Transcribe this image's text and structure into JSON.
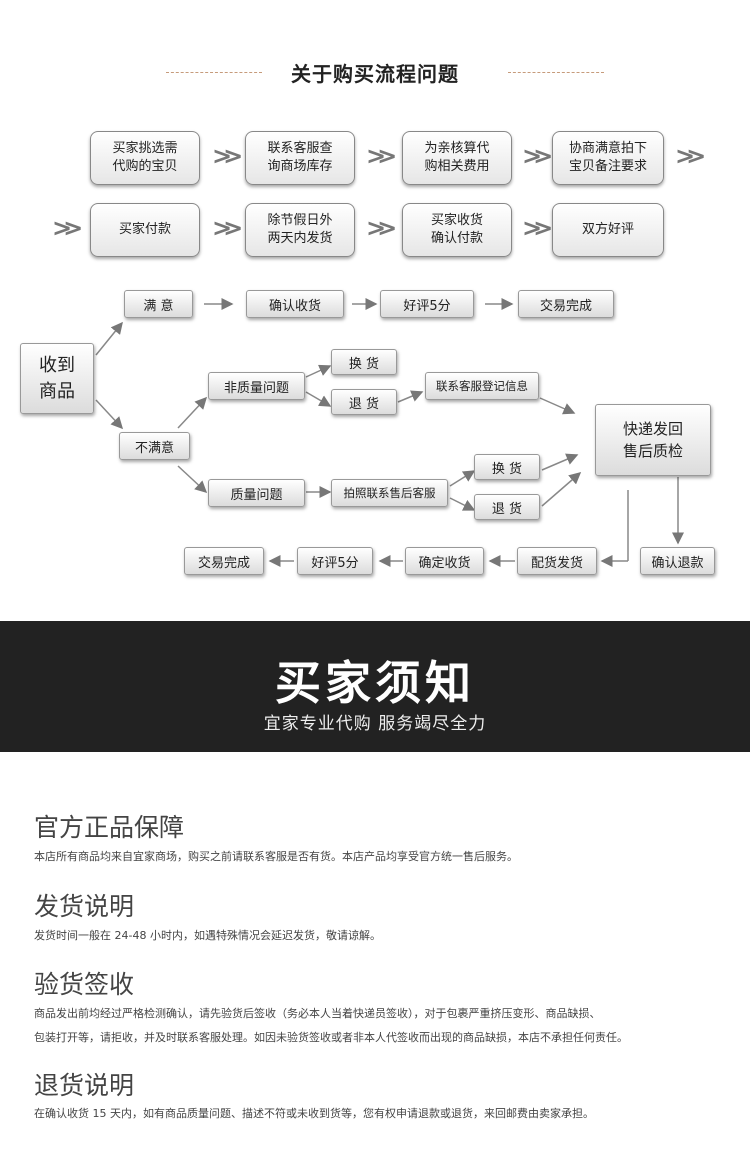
{
  "header": {
    "title": "关于购买流程问题"
  },
  "flow_rows": [
    [
      "买家挑选需\n代购的宝贝",
      "联系客服查\n询商场库存",
      "为亲核算代\n购相关费用",
      "协商满意拍下\n宝贝备注要求"
    ],
    [
      "买家付款",
      "除节假日外\n两天内发货",
      "买家收货\n确认付款",
      "双方好评"
    ]
  ],
  "tree": {
    "receive": "收到\n商品",
    "satisfied": "满 意",
    "confirm_receipt": "确认收货",
    "good_review_1": "好评5分",
    "deal_done_1": "交易完成",
    "unsatisfied": "不满意",
    "non_quality": "非质量问题",
    "exchange_1": "换 货",
    "return_1": "退 货",
    "contact_service": "联系客服登记信息",
    "quality": "质量问题",
    "photo_contact": "拍照联系售后客服",
    "exchange_2": "换 货",
    "return_2": "退 货",
    "express_back": "快递发回\n售后质检",
    "confirm_refund": "确认退款",
    "ship_goods": "配货发货",
    "confirm_receipt_2": "确定收货",
    "good_review_2": "好评5分",
    "deal_done_2": "交易完成"
  },
  "band": {
    "title": "买家须知",
    "subtitle": "宜家专业代购 服务竭尽全力"
  },
  "sections": [
    {
      "heading": "官方正品保障",
      "lines": [
        "本店所有商品均来自宜家商场，购买之前请联系客服是否有货。本店产品均享受官方统一售后服务。"
      ]
    },
    {
      "heading": "发货说明",
      "lines": [
        "发货时间一般在 24-48 小时内，如遇特殊情况会延迟发货，敬请谅解。"
      ]
    },
    {
      "heading": "验货签收",
      "lines": [
        "商品发出前均经过严格检测确认，请先验货后签收（务必本人当着快递员签收），对于包裹严重挤压变形、商品缺损、",
        "包装打开等，请拒收，并及时联系客服处理。如因未验货签收或者非本人代签收而出现的商品缺损，本店不承担任何责任。"
      ]
    },
    {
      "heading": "退货说明",
      "lines": [
        "在确认收货 15 天内，如有商品质量问题、描述不符或未收到货等，您有权申请退款或退货，来回邮费由卖家承担。"
      ]
    }
  ]
}
